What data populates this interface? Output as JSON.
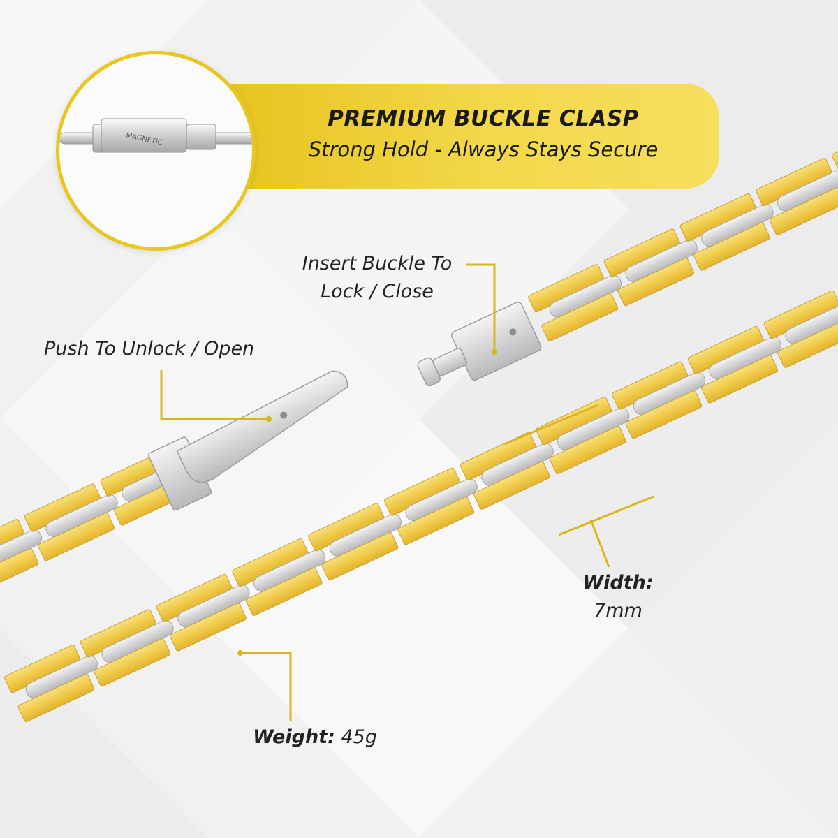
{
  "banner": {
    "title": "PREMIUM BUCKLE CLASP",
    "subtitle": "Strong Hold - Always Stays Secure"
  },
  "clasp_closeup": {
    "engraving": "MAGNETIC"
  },
  "labels": {
    "insert_line1": "Insert Buckle To",
    "insert_line2": "Lock / Close",
    "push": "Push To Unlock / Open",
    "width_label": "Width:",
    "width_value": "7mm",
    "weight_label": "Weight:",
    "weight_value": "45g"
  },
  "colors": {
    "accent_gold": "#e9c620",
    "link_gold": "#f0cf5a",
    "link_silver": "#d9d9db",
    "text": "#222222"
  }
}
